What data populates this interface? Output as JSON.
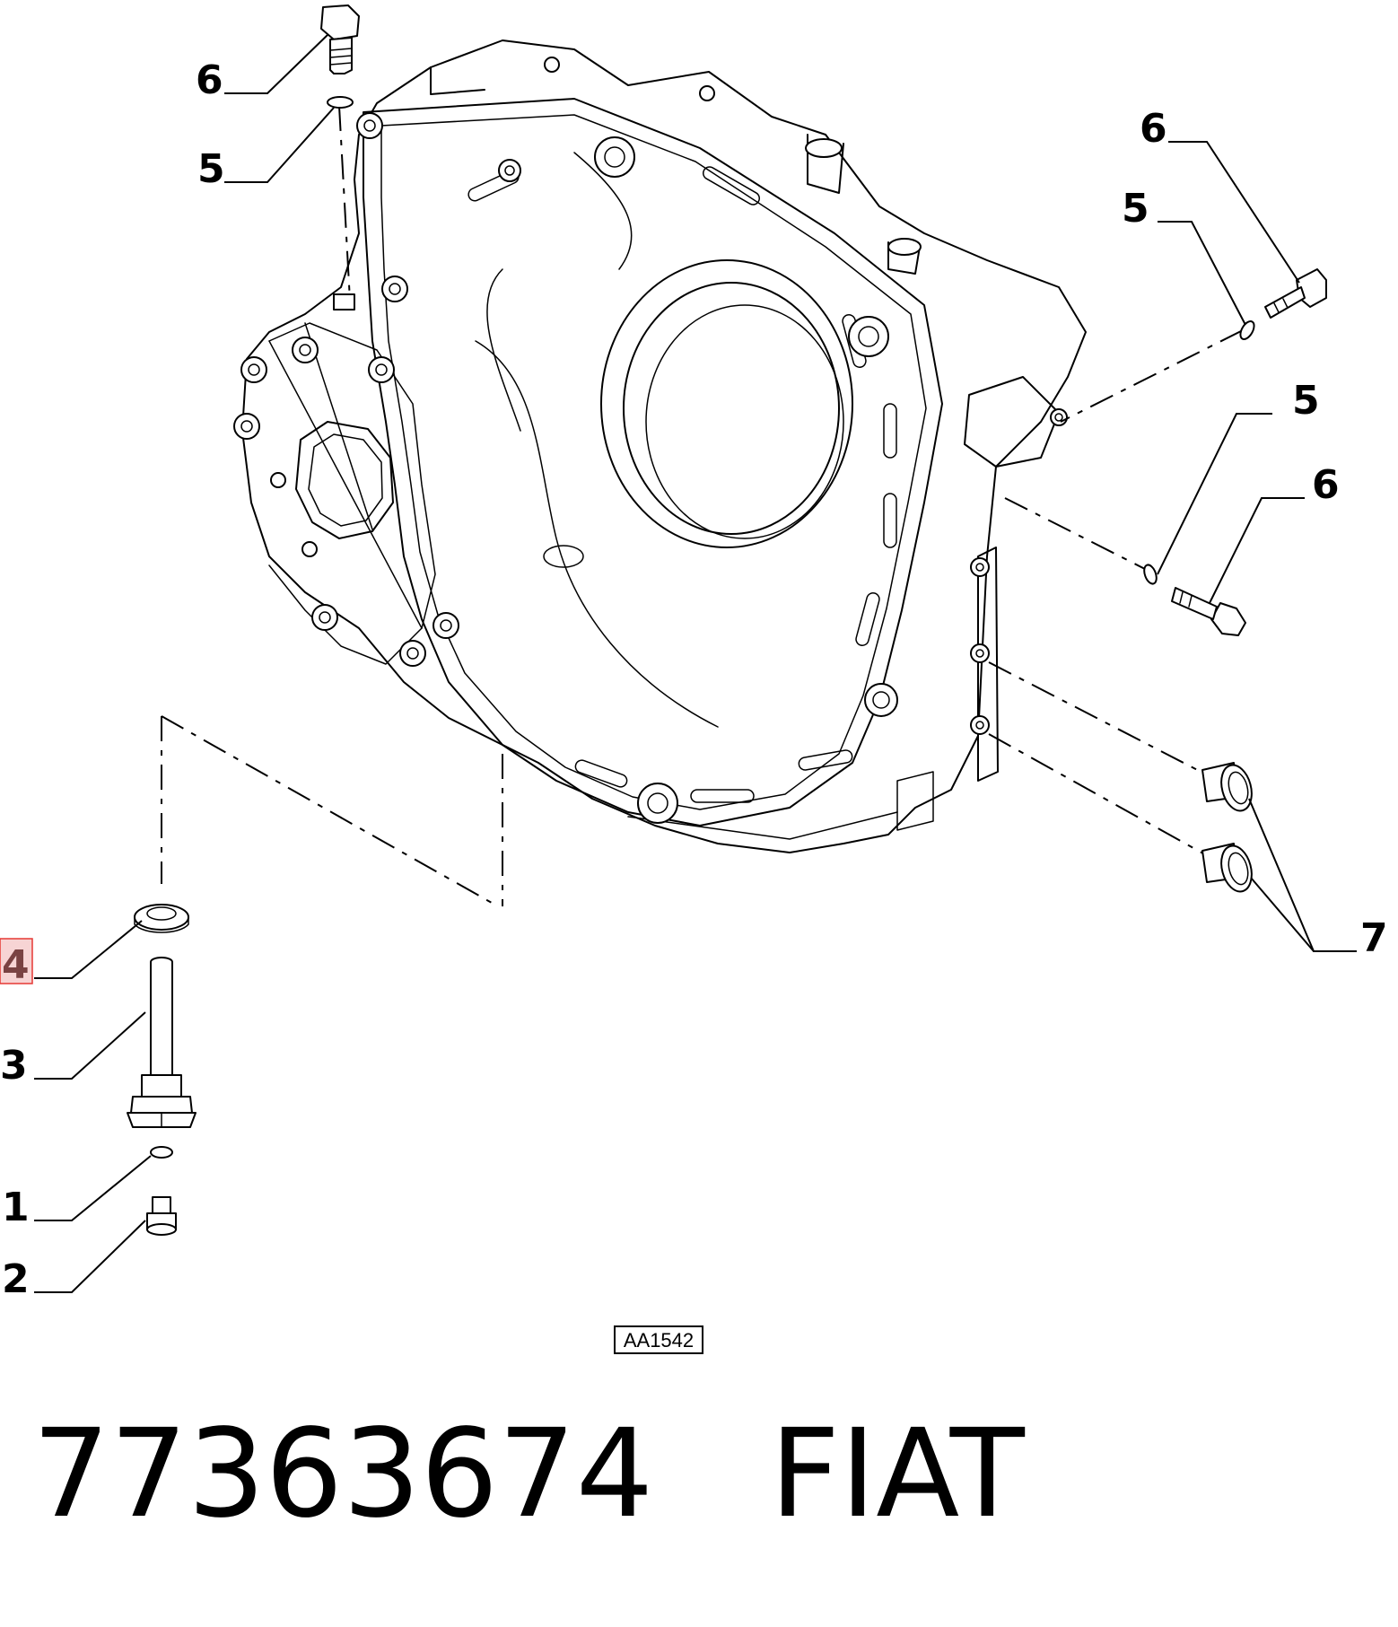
{
  "callouts": {
    "c1": "1",
    "c2": "2",
    "c3": "3",
    "c4": "4",
    "c5_top_left": "5",
    "c5_right_upper": "5",
    "c5_right_lower": "5",
    "c6_top_left": "6",
    "c6_right_upper": "6",
    "c6_right_lower": "6",
    "c7": "7"
  },
  "highlighted_callout": "4",
  "highlight_color": "#e53935",
  "drawing_ref": "AA1542",
  "caption": {
    "part_number": "77363674",
    "brand": "FIAT"
  }
}
